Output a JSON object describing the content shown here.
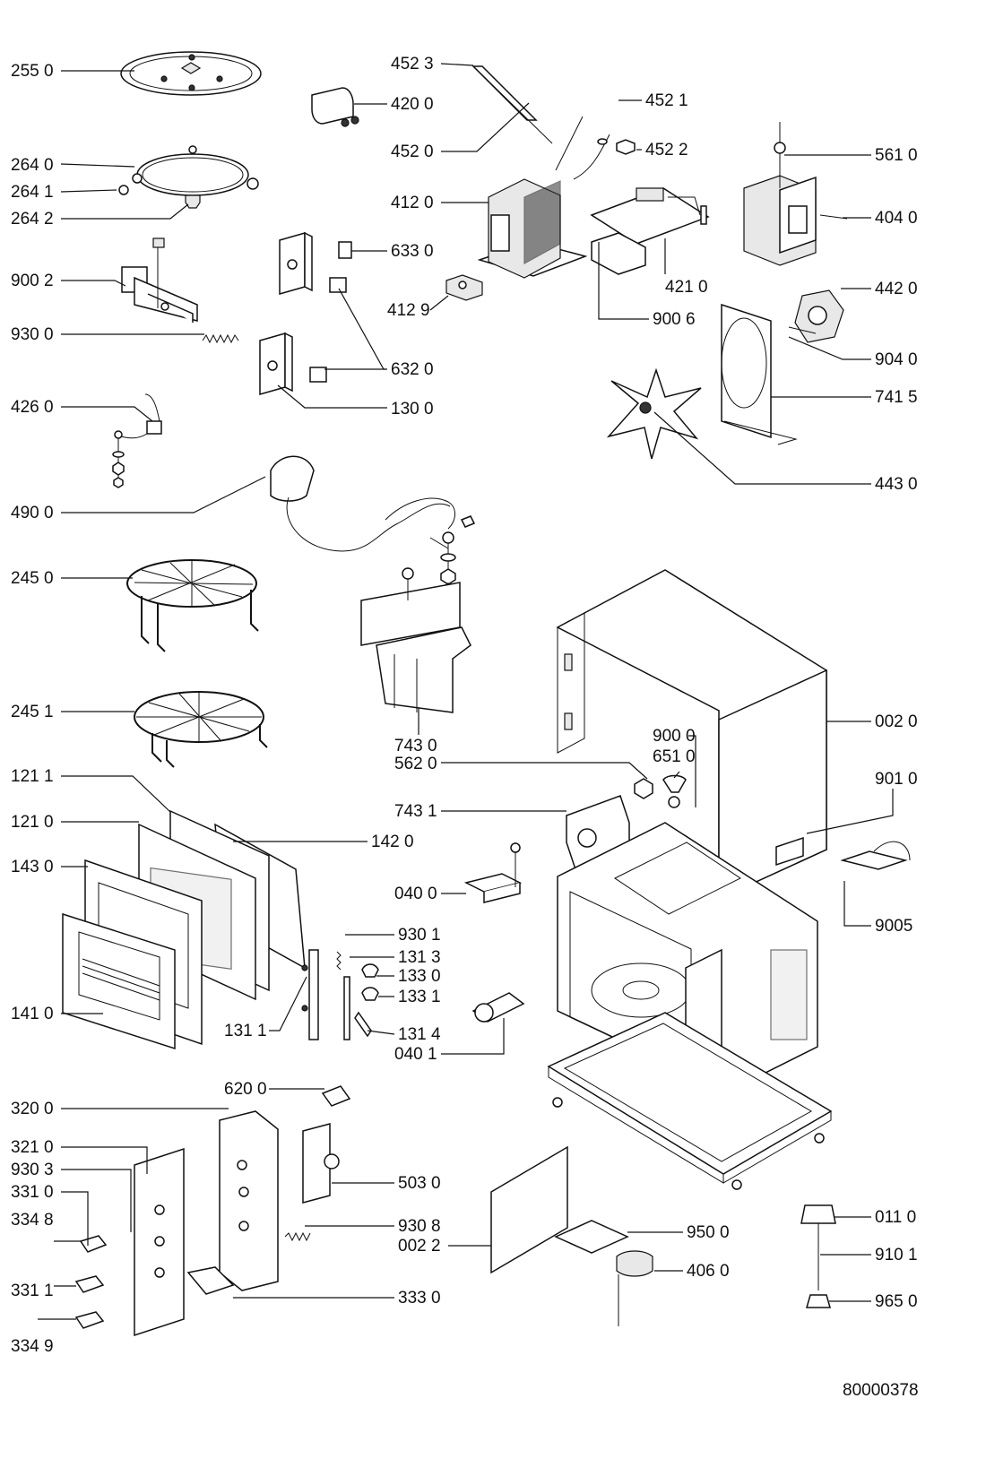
{
  "diagram": {
    "labels": [
      "255 0",
      "264 0",
      "264 1",
      "264 2",
      "900 2",
      "930 0",
      "426 0",
      "490 0",
      "245 0",
      "245 1",
      "121 1",
      "121 0",
      "143 0",
      "141 0",
      "131 1",
      "420 0",
      "452 3",
      "452 0",
      "452 1",
      "452 2",
      "412 0",
      "412 9",
      "421 0",
      "900 6",
      "633 0",
      "632 0",
      "130 0",
      "561 0",
      "404 0",
      "442 0",
      "904 0",
      "741 5",
      "443 0",
      "743 0",
      "562 0",
      "743 1",
      "900 0",
      "651 0",
      "002 0",
      "901 0",
      "040 0",
      "9005",
      "040 1",
      "142 0",
      "930 1",
      "131 3",
      "133 0",
      "133 1",
      "131 4",
      "620 0",
      "320 0",
      "321 0",
      "930 3",
      "331 0",
      "334 8",
      "331 1",
      "334 9",
      "503 0",
      "930 8",
      "002 2",
      "333 0",
      "950 0",
      "406 0",
      "011 0",
      "910 1",
      "965 0"
    ],
    "figure_number": "80000378"
  }
}
